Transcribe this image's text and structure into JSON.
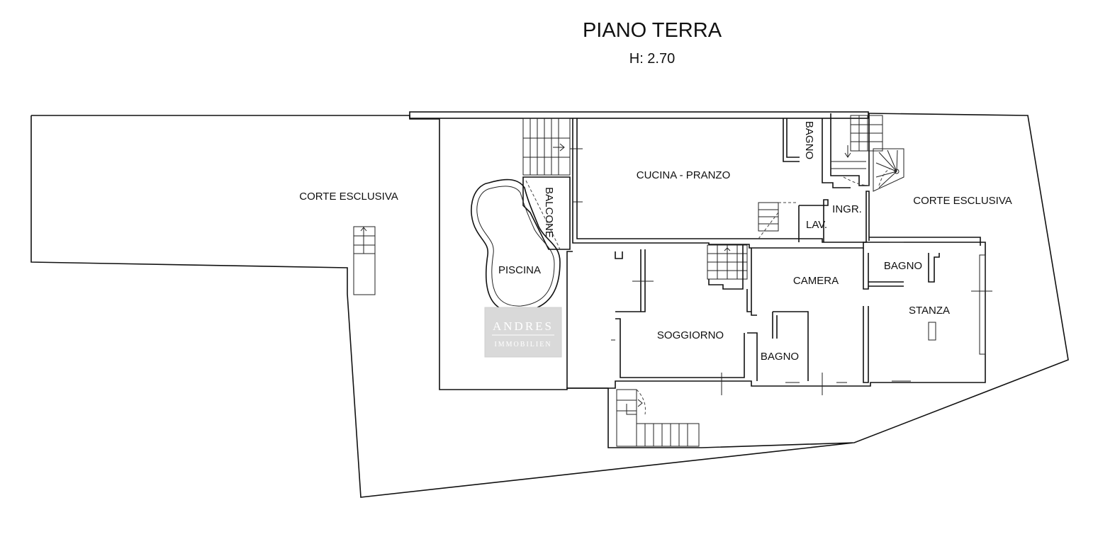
{
  "header": {
    "title": "PIANO TERRA",
    "height_label": "H: 2.70"
  },
  "rooms": {
    "corte_west": "CORTE ESCLUSIVA",
    "corte_east": "CORTE ESCLUSIVA",
    "cucina_pranzo": "CUCINA - PRANZO",
    "bagno_top": "BAGNO",
    "ingr": "INGR.",
    "lav": "LAV.",
    "balcone": "BALCONE",
    "piscina": "PISCINA",
    "soggiorno": "SOGGIORNO",
    "camera": "CAMERA",
    "bagno_mid": "BAGNO",
    "bagno_right": "BAGNO",
    "stanza": "STANZA"
  },
  "watermark": {
    "line1": "ANDRES",
    "line2": "IMMOBILIEN"
  },
  "colors": {
    "line": "#111111",
    "background": "#ffffff",
    "watermark": "#d9d9d9"
  }
}
